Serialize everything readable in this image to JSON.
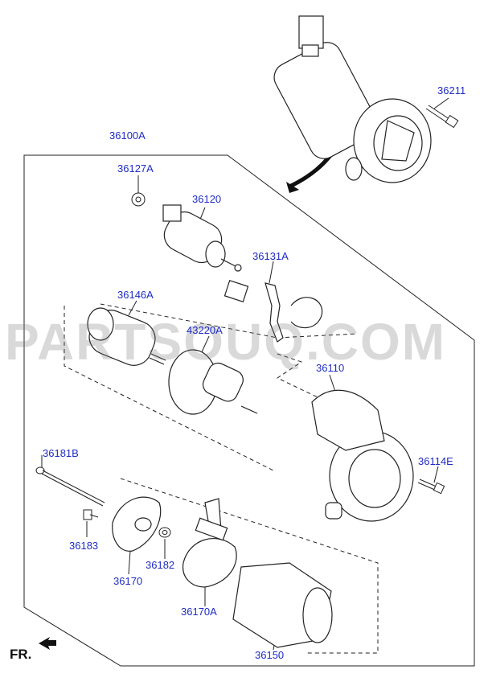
{
  "watermark": "PARTSOUQ.COM",
  "direction_label": "FR.",
  "colors": {
    "label": "#1f2cc4",
    "line": "#222222",
    "watermark": "#9a9a9a"
  },
  "labels": {
    "p36211": "36211",
    "p36100A": "36100A",
    "p36127A": "36127A",
    "p36120": "36120",
    "p36131A": "36131A",
    "p36146A": "36146A",
    "p43220A": "43220A",
    "p36110": "36110",
    "p36181B": "36181B",
    "p36114E": "36114E",
    "p36183": "36183",
    "p36182": "36182",
    "p36170": "36170",
    "p36170A": "36170A",
    "p36150": "36150"
  }
}
